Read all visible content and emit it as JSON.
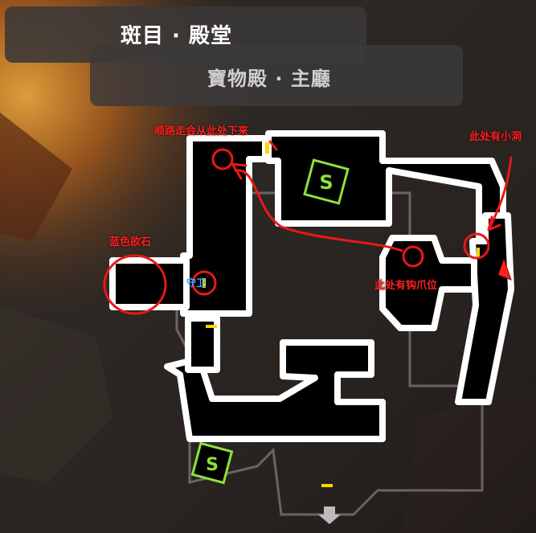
{
  "header": {
    "title": "斑目 · 殿堂",
    "subtitle": "寶物殿 · 主廳"
  },
  "annotations": {
    "route_from": "顺路走会从此处下来",
    "small_hole": "此处有小洞",
    "blue_stone": "蓝色欲石",
    "guard": "守卫",
    "hook_spot": "此处有钩爪位"
  },
  "markers": {
    "safe_room_symbol": "S",
    "safe_room_color": "#8ee23a",
    "player_icon": "red-triangle-icon",
    "exit_icon": "down-arrow-icon"
  },
  "colors": {
    "annotation": "#ff1f1f",
    "guard_label": "#3fa0ff",
    "map_wall": "#ffffff",
    "map_floor": "#000000"
  }
}
